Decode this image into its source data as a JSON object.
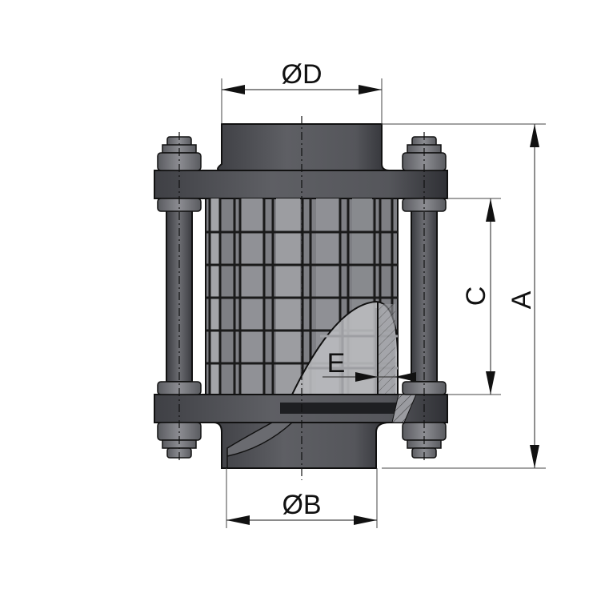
{
  "drawing": {
    "type": "sight-glass-technical-drawing",
    "dimensions": {
      "D": "ØD",
      "B": "ØB",
      "A": "A",
      "C": "C",
      "E": "E"
    }
  },
  "colors": {
    "body": "#4a4b50",
    "body_light": "#6a6b70",
    "glass": "#8a8b8f",
    "cutaway": "#b9babd",
    "nut": "#707176",
    "line": "#111111",
    "dimension": "#555555"
  }
}
